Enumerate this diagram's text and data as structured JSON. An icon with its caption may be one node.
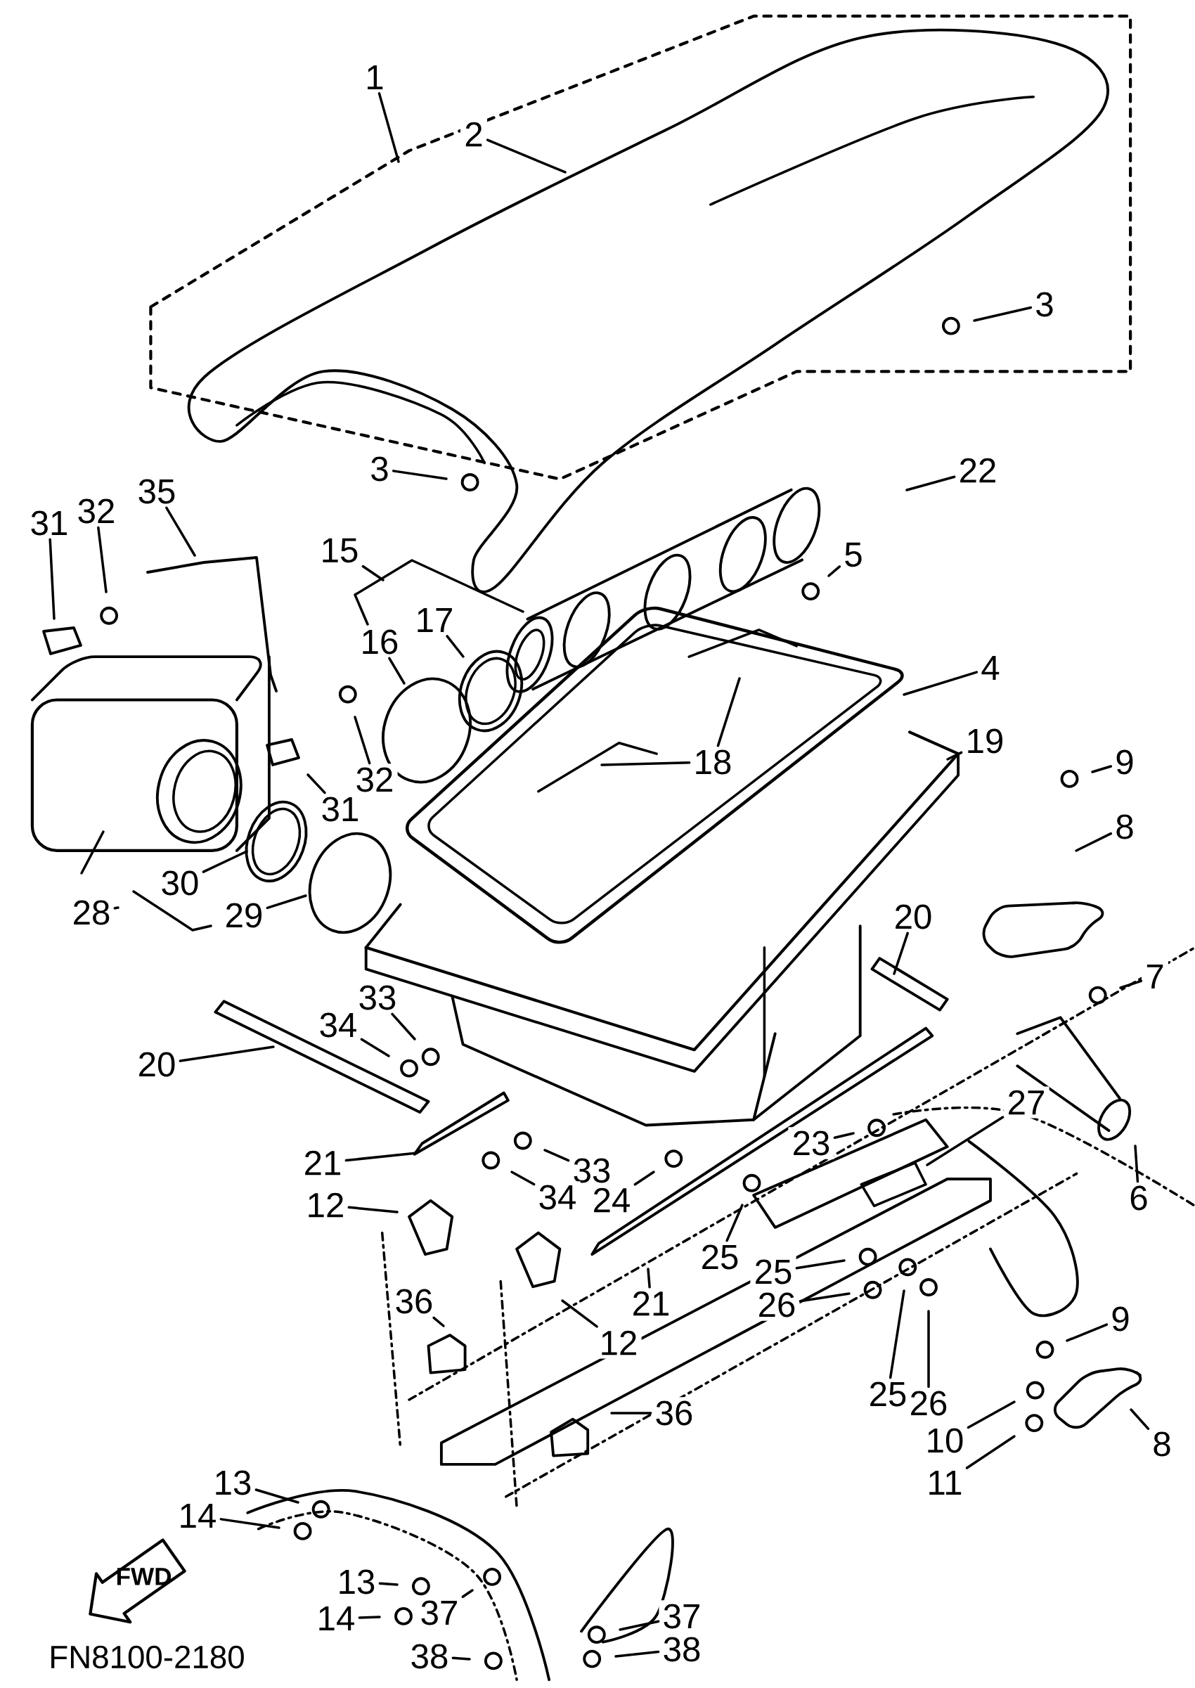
{
  "diagram": {
    "nodes": [
      {
        "text": [
          "1"
        ]
      },
      {
        "text": [
          "2"
        ]
      },
      {
        "text": [
          "3"
        ]
      },
      {
        "text": [
          "3"
        ]
      },
      {
        "text": [
          "22"
        ]
      },
      {
        "text": [
          "35"
        ]
      },
      {
        "text": [
          "32"
        ]
      },
      {
        "text": [
          "31"
        ]
      },
      {
        "text": [
          "15"
        ]
      },
      {
        "text": [
          "5"
        ]
      },
      {
        "text": [
          "17"
        ]
      },
      {
        "text": [
          "16"
        ]
      },
      {
        "text": [
          "4"
        ]
      },
      {
        "text": [
          "19"
        ]
      },
      {
        "text": [
          "18"
        ]
      },
      {
        "text": [
          "9"
        ]
      },
      {
        "text": [
          "32"
        ]
      },
      {
        "text": [
          "31"
        ]
      },
      {
        "text": [
          "8"
        ]
      },
      {
        "text": [
          "30"
        ]
      },
      {
        "text": [
          "28"
        ]
      },
      {
        "text": [
          "29"
        ]
      },
      {
        "text": [
          "20"
        ]
      },
      {
        "text": [
          "7"
        ]
      },
      {
        "text": [
          "33"
        ]
      },
      {
        "text": [
          "34"
        ]
      },
      {
        "text": [
          "20"
        ]
      },
      {
        "text": [
          "27"
        ]
      },
      {
        "text": [
          "23"
        ]
      },
      {
        "text": [
          "21"
        ]
      },
      {
        "text": [
          "33"
        ]
      },
      {
        "text": [
          "6"
        ]
      },
      {
        "text": [
          "34"
        ]
      },
      {
        "text": [
          "24"
        ]
      },
      {
        "text": [
          "12"
        ]
      },
      {
        "text": [
          "25"
        ]
      },
      {
        "text": [
          "25"
        ]
      },
      {
        "text": [
          "21"
        ]
      },
      {
        "text": [
          "36"
        ]
      },
      {
        "text": [
          "26"
        ]
      },
      {
        "text": [
          "9"
        ]
      },
      {
        "text": [
          "12"
        ]
      },
      {
        "text": [
          "25"
        ]
      },
      {
        "text": [
          "26"
        ]
      },
      {
        "text": [
          "36"
        ]
      },
      {
        "text": [
          "10"
        ]
      },
      {
        "text": [
          "8"
        ]
      },
      {
        "text": [
          "11"
        ]
      },
      {
        "text": [
          "13"
        ]
      },
      {
        "text": [
          "14"
        ]
      },
      {
        "text": [
          "13"
        ]
      },
      {
        "text": [
          "14"
        ]
      },
      {
        "text": [
          "37"
        ]
      },
      {
        "text": [
          "37"
        ]
      },
      {
        "text": [
          "38"
        ]
      },
      {
        "text": [
          "38"
        ]
      }
    ],
    "edges": [
      {
        "from": 0,
        "to": null,
        "arrow": "none"
      },
      {
        "from": 1,
        "to": null,
        "arrow": "none"
      },
      {
        "from": 2,
        "to": null,
        "arrow": "none"
      },
      {
        "from": 3,
        "to": null,
        "arrow": "none"
      },
      {
        "from": 4,
        "to": null,
        "arrow": "none"
      },
      {
        "from": 5,
        "to": null,
        "arrow": "none"
      },
      {
        "from": 6,
        "to": null,
        "arrow": "none"
      },
      {
        "from": 7,
        "to": null,
        "arrow": "none"
      },
      {
        "from": 8,
        "to": null,
        "arrow": "none"
      },
      {
        "from": 9,
        "to": null,
        "arrow": "none"
      },
      {
        "from": 10,
        "to": null,
        "arrow": "none"
      },
      {
        "from": 11,
        "to": null,
        "arrow": "none"
      },
      {
        "from": 12,
        "to": null,
        "arrow": "none"
      },
      {
        "from": 13,
        "to": null,
        "arrow": "none"
      },
      {
        "from": 14,
        "to": null,
        "arrow": "none"
      },
      {
        "from": 14,
        "to": null,
        "arrow": "none"
      },
      {
        "from": 15,
        "to": null,
        "arrow": "none"
      },
      {
        "from": 16,
        "to": null,
        "arrow": "none"
      },
      {
        "from": 17,
        "to": null,
        "arrow": "none"
      },
      {
        "from": 18,
        "to": null,
        "arrow": "none"
      },
      {
        "from": 19,
        "to": null,
        "arrow": "none"
      },
      {
        "from": 20,
        "to": null,
        "arrow": "none"
      },
      {
        "from": 21,
        "to": null,
        "arrow": "none"
      },
      {
        "from": 22,
        "to": null,
        "arrow": "none"
      },
      {
        "from": 23,
        "to": null,
        "arrow": "none"
      },
      {
        "from": 24,
        "to": null,
        "arrow": "none"
      },
      {
        "from": 25,
        "to": null,
        "arrow": "none"
      },
      {
        "from": 26,
        "to": null,
        "arrow": "none"
      },
      {
        "from": 27,
        "to": null,
        "arrow": "none"
      },
      {
        "from": 28,
        "to": null,
        "arrow": "none"
      },
      {
        "from": 29,
        "to": null,
        "arrow": "none"
      },
      {
        "from": 30,
        "to": null,
        "arrow": "none"
      },
      {
        "from": 31,
        "to": null,
        "arrow": "none"
      },
      {
        "from": 32,
        "to": null,
        "arrow": "none"
      },
      {
        "from": 33,
        "to": null,
        "arrow": "none"
      },
      {
        "from": 34,
        "to": null,
        "arrow": "none"
      },
      {
        "from": 35,
        "to": null,
        "arrow": "none"
      },
      {
        "from": 36,
        "to": null,
        "arrow": "none"
      },
      {
        "from": 37,
        "to": null,
        "arrow": "none"
      },
      {
        "from": 38,
        "to": null,
        "arrow": "none"
      },
      {
        "from": 39,
        "to": null,
        "arrow": "none"
      },
      {
        "from": 40,
        "to": null,
        "arrow": "none"
      },
      {
        "from": 41,
        "to": null,
        "arrow": "none"
      },
      {
        "from": 42,
        "to": null,
        "arrow": "none"
      },
      {
        "from": 43,
        "to": null,
        "arrow": "none"
      },
      {
        "from": 44,
        "to": null,
        "arrow": "none"
      },
      {
        "from": 45,
        "to": null,
        "arrow": "none"
      },
      {
        "from": 46,
        "to": null,
        "arrow": "none"
      },
      {
        "from": 47,
        "to": null,
        "arrow": "none"
      },
      {
        "from": 48,
        "to": null,
        "arrow": "none"
      },
      {
        "from": 49,
        "to": null,
        "arrow": "none"
      },
      {
        "from": 50,
        "to": null,
        "arrow": "none"
      },
      {
        "from": 51,
        "to": null,
        "arrow": "none"
      },
      {
        "from": 52,
        "to": null,
        "arrow": "none"
      },
      {
        "from": 53,
        "to": null,
        "arrow": "none"
      },
      {
        "from": 54,
        "to": null,
        "arrow": "none"
      },
      {
        "from": 55,
        "to": null,
        "arrow": "none"
      }
    ],
    "labels": [
      "FWD",
      "FN8100-2180"
    ]
  }
}
